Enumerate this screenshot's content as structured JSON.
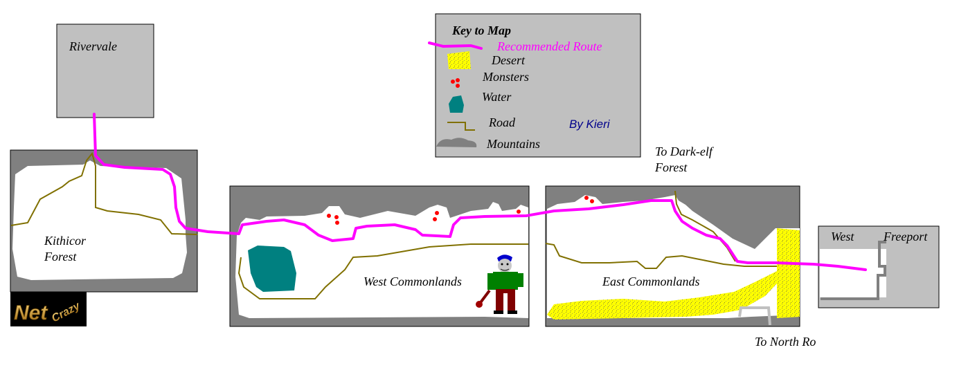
{
  "zones": {
    "rivervale": "Rivervale",
    "kithicor_line1": "Kithicor",
    "kithicor_line2": "Forest",
    "west_commonlands": "West Commonlands",
    "east_commonlands": "East Commonlands",
    "freeport_west": "West",
    "freeport_east": "Freeport"
  },
  "exits": {
    "dark_elf_line1": "To Dark-elf",
    "dark_elf_line2": "Forest",
    "north_ro": "To North Ro"
  },
  "key": {
    "title": "Key to Map",
    "route": "Recommended Route",
    "desert": "Desert",
    "monsters": "Monsters",
    "water": "Water",
    "road": "Road",
    "mountains": "Mountains",
    "author": "By Kieri"
  },
  "logo": {
    "part1": "Net",
    "part2": "Crazy"
  },
  "colors": {
    "route": "#ff00ff",
    "road": "#807000",
    "desert": "#ffff00",
    "monster": "#ff0000",
    "water": "#008080",
    "mountain": "#808080",
    "zone_fill": "#c0c0c0",
    "author": "#00008b"
  }
}
